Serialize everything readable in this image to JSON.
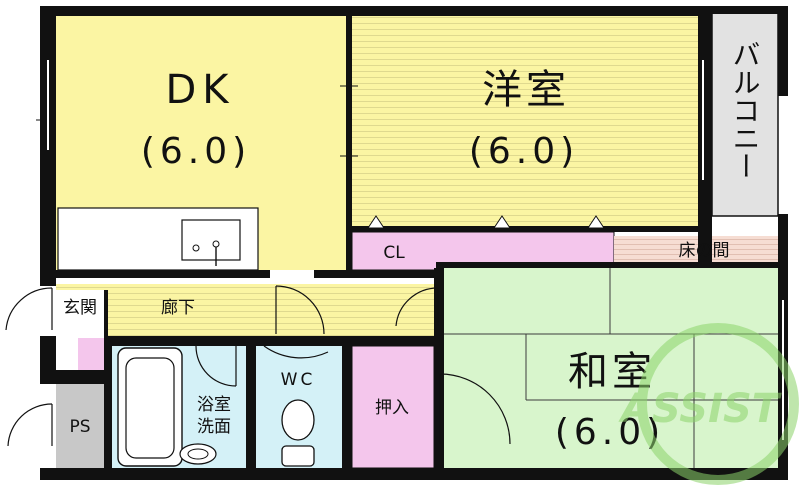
{
  "rooms": {
    "dk": {
      "name": "DK",
      "size": "(6.0)"
    },
    "youshitsu": {
      "name": "洋室",
      "size": "(6.0)"
    },
    "washitsu": {
      "name": "和室",
      "size": "(6.0)"
    },
    "balcony": {
      "name": "バルコニー"
    },
    "closet": {
      "name": "CL"
    },
    "tokonoma": {
      "name": "床の間"
    },
    "genkan": {
      "name": "玄関"
    },
    "rouka": {
      "name": "廊下"
    },
    "bath": {
      "line1": "浴室",
      "line2": "洗面"
    },
    "wc": {
      "name": "WC"
    },
    "oshiire": {
      "name": "押入"
    },
    "ps": {
      "name": "PS"
    }
  },
  "watermark": {
    "text": "ASSIST"
  },
  "colors": {
    "wall": "#111111",
    "dk": "#fbf5a3",
    "youshitsu": "#fbf5a3",
    "washitsu": "#d8f5cc",
    "corridor": "#fbf5a3",
    "closet": "#f4c6ec",
    "tokonoma": "#f6ddd3",
    "bath": "#d4f1f7",
    "ps": "#c8c8c8",
    "watermark": "#8cd36a"
  }
}
